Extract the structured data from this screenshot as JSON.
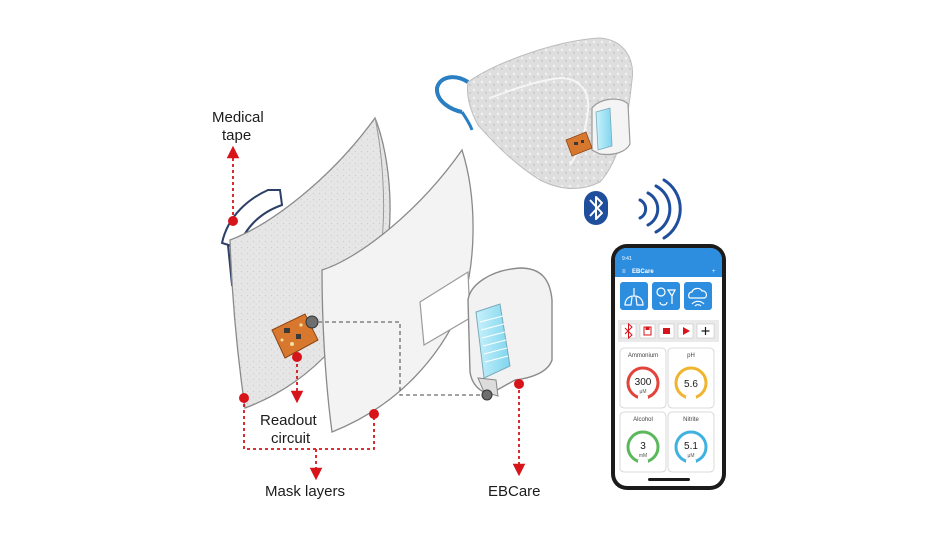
{
  "labels": {
    "medical_tape": [
      "Medical",
      "tape"
    ],
    "readout_circuit": [
      "Readout",
      "circuit"
    ],
    "mask_layers": "Mask layers",
    "ebcare": "EBCare"
  },
  "phone": {
    "status_time": "9:41",
    "app_title": "EBCare",
    "menu_icon": "hamburger-icon",
    "top_icons": [
      "lungs-icon",
      "breath-icon",
      "cloud-wifi-icon"
    ],
    "controls": [
      "bluetooth-icon",
      "save-icon",
      "stop-icon",
      "play-icon",
      "plus-icon"
    ],
    "tiles": [
      {
        "name": "Ammonium",
        "value": "300",
        "unit": "μM",
        "color": "#e2433a"
      },
      {
        "name": "pH",
        "value": "5.6",
        "unit": "",
        "color": "#f0b42e"
      },
      {
        "name": "Alcohol",
        "value": "3",
        "unit": "mM",
        "color": "#5cb85c"
      },
      {
        "name": "Nitrite",
        "value": "5.1",
        "unit": "μM",
        "color": "#3fb2e0"
      }
    ]
  },
  "colors": {
    "arrow_red": "#d7141a",
    "app_blue": "#2d8ee0",
    "bluetooth_blue": "#1f4e9c",
    "chip_orange": "#d8782f",
    "tape_navy": "#2c3f66",
    "strap_blue": "#2a7fc2",
    "insert_cyan": "#9fe3f5"
  }
}
